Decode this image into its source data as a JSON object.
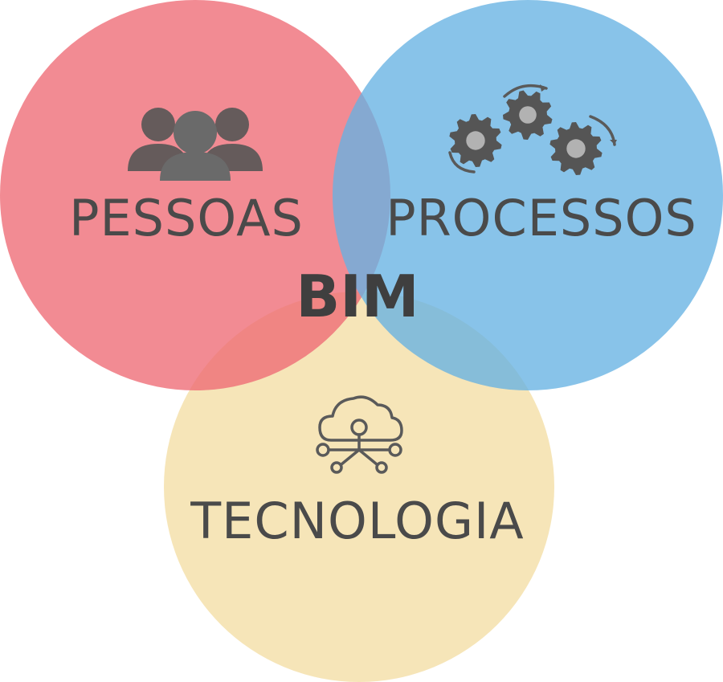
{
  "diagram": {
    "center_label": "BIM",
    "circles": [
      {
        "key": "pessoas",
        "label": "PESSOAS",
        "icon": "people-group-icon",
        "color": "#ee6a74"
      },
      {
        "key": "processos",
        "label": "PROCESSOS",
        "icon": "gears-icon",
        "color": "#67b2e3"
      },
      {
        "key": "tecnologia",
        "label": "TECNOLOGIA",
        "icon": "cloud-network-icon",
        "color": "#f4e1ac"
      }
    ]
  }
}
